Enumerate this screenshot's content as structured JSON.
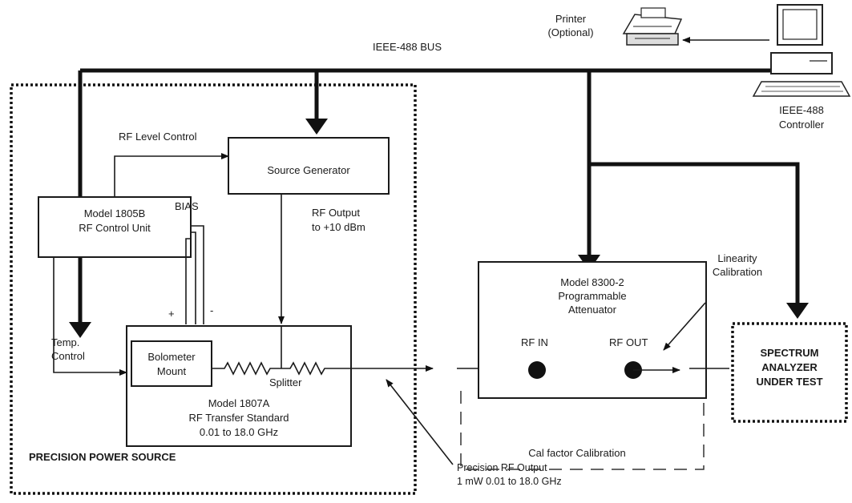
{
  "bus": {
    "label": "IEEE-488 BUS"
  },
  "printer": {
    "line1": "Printer",
    "line2": "(Optional)"
  },
  "controller": {
    "line1": "IEEE-488",
    "line2": "Controller"
  },
  "power_source": {
    "label": "PRECISION POWER SOURCE"
  },
  "rf_level_control": {
    "label": "RF Level Control"
  },
  "source_generator": {
    "label": "Source Generator"
  },
  "control_unit": {
    "line1": "Model 1805B",
    "line2": "RF Control Unit"
  },
  "bias": {
    "label": "BIAS",
    "plus": "+",
    "minus": "-"
  },
  "rf_output": {
    "line1": "RF Output",
    "line2": "to +10  dBm"
  },
  "temp_control": {
    "line1": "Temp.",
    "line2": "Control"
  },
  "bolometer": {
    "line1": "Bolometer",
    "line2": "Mount"
  },
  "splitter": {
    "label": "Splitter"
  },
  "transfer_standard": {
    "line1": "Model 1807A",
    "line2": "RF Transfer Standard",
    "line3": "0.01 to 18.0 GHz"
  },
  "attenuator": {
    "line1": "Model 8300-2",
    "line2": "Programmable",
    "line3": "Attenuator",
    "rf_in": "RF IN",
    "rf_out": "RF OUT"
  },
  "linearity": {
    "line1": "Linearity",
    "line2": "Calibration"
  },
  "cal_factor": {
    "label": "Cal factor Calibration"
  },
  "precision_output": {
    "line1": "Precision RF Output",
    "line2": "1 mW 0.01 to 18.0 GHz"
  },
  "analyzer": {
    "line1": "SPECTRUM",
    "line2": "ANALYZER",
    "line3": "UNDER TEST"
  }
}
